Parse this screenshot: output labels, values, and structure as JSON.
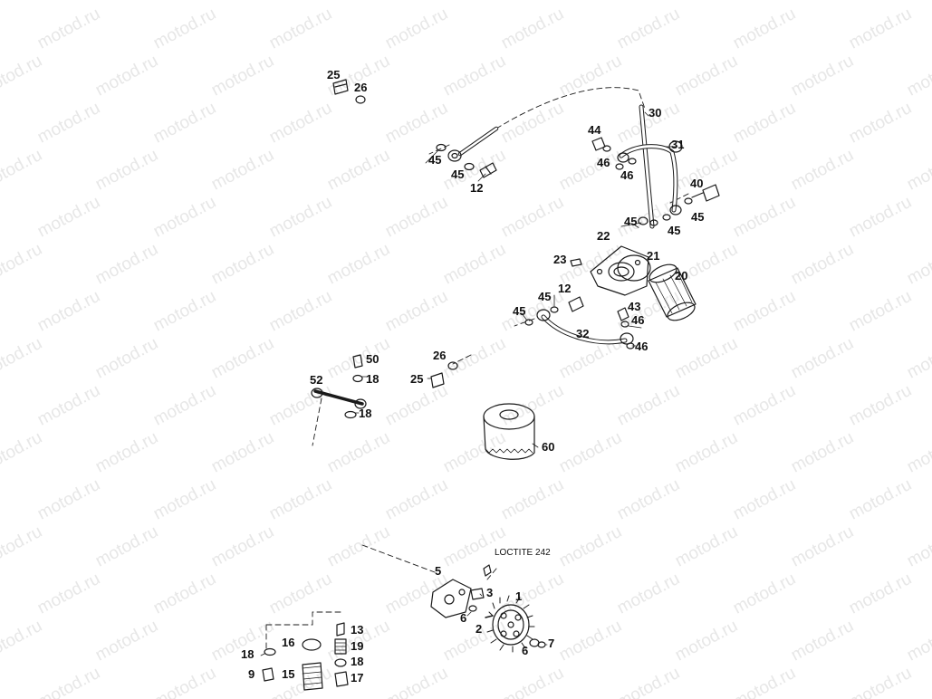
{
  "watermark": "motod.ru",
  "callouts": [
    {
      "id": "c25a",
      "text": "25"
    },
    {
      "id": "c26a",
      "text": "26"
    },
    {
      "id": "c30",
      "text": "30"
    },
    {
      "id": "c31",
      "text": "31"
    },
    {
      "id": "c44",
      "text": "44"
    },
    {
      "id": "c46a",
      "text": "46"
    },
    {
      "id": "c46b",
      "text": "46"
    },
    {
      "id": "c40",
      "text": "40"
    },
    {
      "id": "c45a",
      "text": "45"
    },
    {
      "id": "c45b",
      "text": "45"
    },
    {
      "id": "c12a",
      "text": "12"
    },
    {
      "id": "c45c",
      "text": "45"
    },
    {
      "id": "c45d",
      "text": "45"
    },
    {
      "id": "c45e",
      "text": "45"
    },
    {
      "id": "c22",
      "text": "22"
    },
    {
      "id": "c23",
      "text": "23"
    },
    {
      "id": "c21",
      "text": "21"
    },
    {
      "id": "c20",
      "text": "20"
    },
    {
      "id": "c45f",
      "text": "45"
    },
    {
      "id": "c12b",
      "text": "12"
    },
    {
      "id": "c45g",
      "text": "45"
    },
    {
      "id": "c43",
      "text": "43"
    },
    {
      "id": "c46c",
      "text": "46"
    },
    {
      "id": "c32",
      "text": "32"
    },
    {
      "id": "c46d",
      "text": "46"
    },
    {
      "id": "c50",
      "text": "50"
    },
    {
      "id": "c18a",
      "text": "18"
    },
    {
      "id": "c52",
      "text": "52"
    },
    {
      "id": "c18b",
      "text": "18"
    },
    {
      "id": "c26b",
      "text": "26"
    },
    {
      "id": "c25b",
      "text": "25"
    },
    {
      "id": "c60",
      "text": "60"
    },
    {
      "id": "c5",
      "text": "5"
    },
    {
      "id": "c3",
      "text": "3"
    },
    {
      "id": "c1",
      "text": "1"
    },
    {
      "id": "c6a",
      "text": "6"
    },
    {
      "id": "c2",
      "text": "2"
    },
    {
      "id": "c6b",
      "text": "6"
    },
    {
      "id": "c7",
      "text": "7"
    },
    {
      "id": "c13",
      "text": "13"
    },
    {
      "id": "c16",
      "text": "16"
    },
    {
      "id": "c19",
      "text": "19"
    },
    {
      "id": "c18c",
      "text": "18"
    },
    {
      "id": "c18d",
      "text": "18"
    },
    {
      "id": "c9",
      "text": "9"
    },
    {
      "id": "c15",
      "text": "15"
    },
    {
      "id": "c17",
      "text": "17"
    }
  ],
  "loctite_label": "LOCTITE 242"
}
